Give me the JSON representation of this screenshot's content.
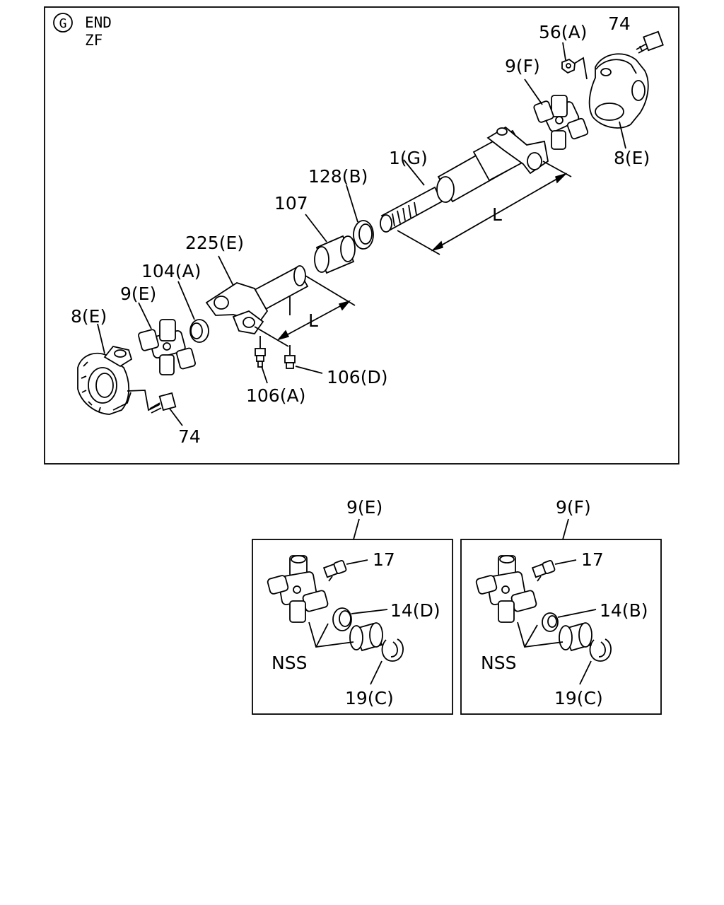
{
  "main_panel": {
    "badge": "G",
    "title_line1": "END",
    "title_line2": "ZF"
  },
  "labels": {
    "p56A": "56(A)",
    "p74_top": "74",
    "p9F": "9(F)",
    "p8E_right": "8(E)",
    "p1G": "1(G)",
    "p128B": "128(B)",
    "p107": "107",
    "L_upper": "L",
    "p225E": "225(E)",
    "p104A": "104(A)",
    "p9E": "9(E)",
    "p8E_left": "8(E)",
    "L_lower": "L",
    "p106D": "106(D)",
    "p106A": "106(A)",
    "p74_bottom": "74"
  },
  "detail_e": {
    "title": "9(E)",
    "grease": "17",
    "seal": "14(D)",
    "nss": "NSS",
    "ring": "19(C)"
  },
  "detail_f": {
    "title": "9(F)",
    "grease": "17",
    "seal": "14(B)",
    "nss": "NSS",
    "ring": "19(C)"
  }
}
